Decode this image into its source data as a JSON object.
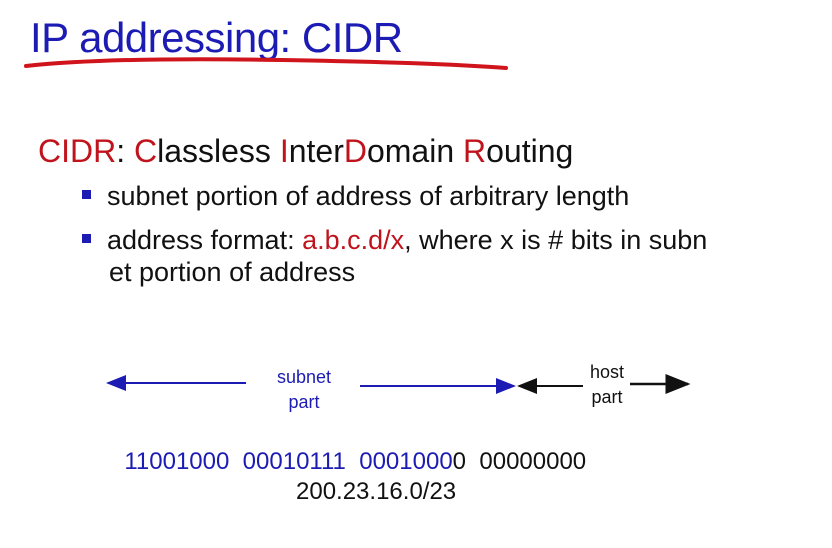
{
  "title": "IP addressing: CIDR",
  "heading": {
    "acronym": "CIDR",
    "colon": ": ",
    "words": [
      {
        "initial": "C",
        "rest": "lassless "
      },
      {
        "initial": "I",
        "rest": "nter"
      },
      {
        "initial": "D",
        "rest": "omain "
      },
      {
        "initial": "R",
        "rest": "outing"
      }
    ]
  },
  "bullets": {
    "b1": "subnet portion of address of arbitrary length",
    "b2_prefix": "address format: ",
    "b2_format": "a.b.c.d/x",
    "b2_suffix": ", where x is # bits in subn",
    "b2_continuation": "et portion of address"
  },
  "diagram": {
    "subnet_label_line1": "subnet",
    "subnet_label_line2": "part",
    "host_label_line1": "host",
    "host_label_line2": "part",
    "bits_subnet": "11001000  00010111  0001000",
    "bits_boundary": "0",
    "bits_host": "  00000000",
    "example": "200.23.16.0/23",
    "colors": {
      "subnet": "#1c1cb4",
      "host": "#111111"
    }
  }
}
